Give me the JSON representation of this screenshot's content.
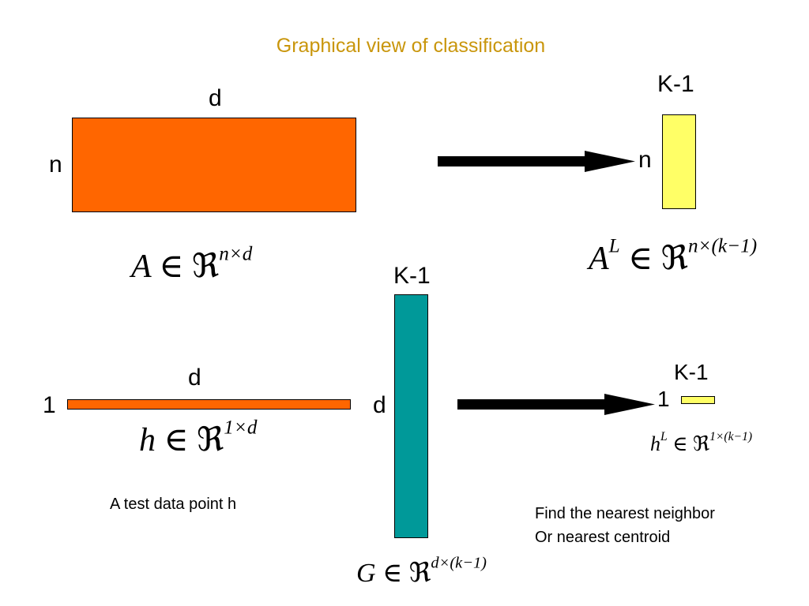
{
  "title": "Graphical view of classification",
  "colors": {
    "title": "#c9960c",
    "matrix_A": "#ff6600",
    "matrix_AL": "#ffff66",
    "matrix_G": "#009999",
    "vector_h": "#ff6600",
    "vector_hL": "#ffff66",
    "arrow": "#000000"
  },
  "top": {
    "A_width_label": "d",
    "A_height_label": "n",
    "AL_width_label": "K-1",
    "AL_height_label": "n",
    "A_formula": {
      "symbol": "A",
      "set": "ℜ",
      "exponent": "n×d"
    },
    "AL_formula": {
      "symbol": "A",
      "superscript": "L",
      "set": "ℜ",
      "exponent": "n×(k−1)"
    }
  },
  "bottom": {
    "h_width_label": "d",
    "h_height_label": "1",
    "G_width_label": "K-1",
    "G_height_label": "d",
    "hL_width_label": "K-1",
    "hL_height_label": "1",
    "h_formula": {
      "symbol": "h",
      "set": "ℜ",
      "exponent": "1×d"
    },
    "hL_formula": {
      "symbol": "h",
      "superscript": "L",
      "set": "ℜ",
      "exponent": "1×(k−1)"
    },
    "G_formula": {
      "symbol": "G",
      "set": "ℜ",
      "exponent": "d×(k−1)"
    },
    "test_point_caption": "A test data point h",
    "result_caption_line1": "Find the nearest neighbor",
    "result_caption_line2": "Or nearest centroid"
  }
}
